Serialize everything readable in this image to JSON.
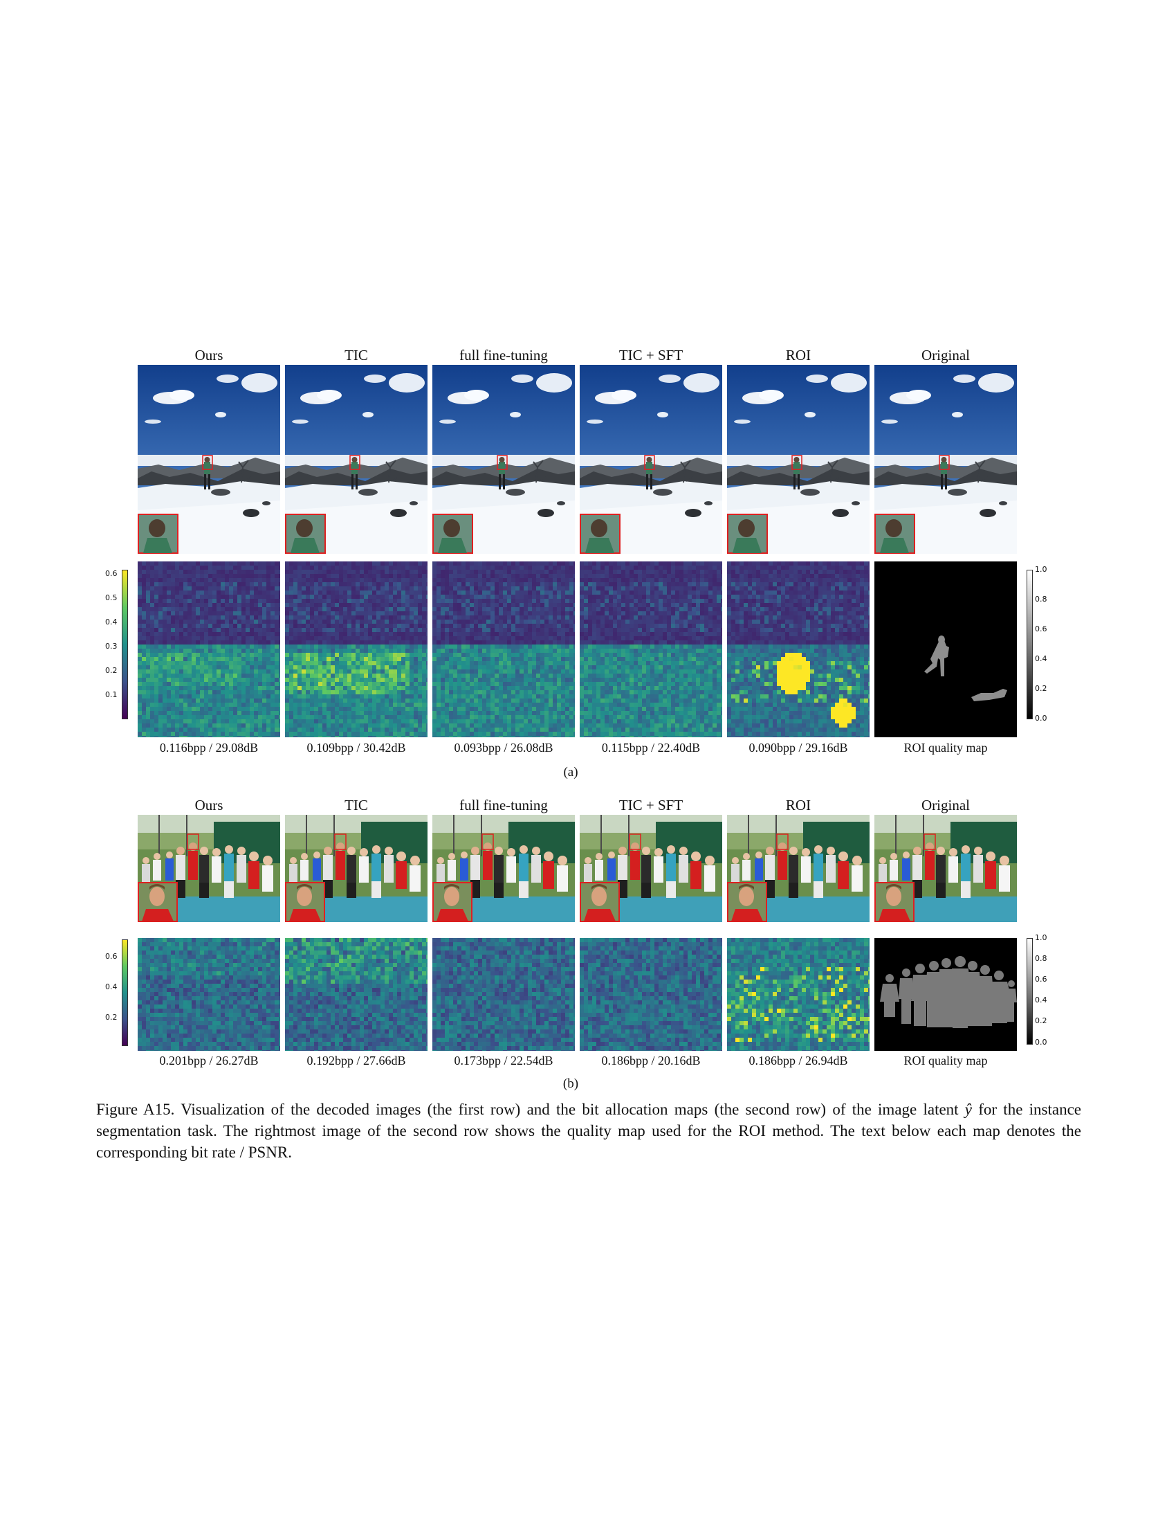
{
  "figure_a": {
    "columns": [
      "Ours",
      "TIC",
      "full fine-tuning",
      "TIC + SFT",
      "ROI",
      "Original"
    ],
    "labels": [
      "0.116bpp / 29.08dB",
      "0.109bpp / 30.42dB",
      "0.093bpp / 26.08dB",
      "0.115bpp / 22.40dB",
      "0.090bpp / 29.16dB",
      "ROI quality map"
    ],
    "sub_label": "(a)",
    "colorbar_left_ticks": [
      "0.6",
      "0.5",
      "0.4",
      "0.3",
      "0.2",
      "0.1"
    ],
    "colorbar_right_ticks": [
      "1.0",
      "0.8",
      "0.6",
      "0.4",
      "0.2",
      "0.0"
    ]
  },
  "figure_b": {
    "columns": [
      "Ours",
      "TIC",
      "full fine-tuning",
      "TIC + SFT",
      "ROI",
      "Original"
    ],
    "labels": [
      "0.201bpp / 26.27dB",
      "0.192bpp / 27.66dB",
      "0.173bpp / 22.54dB",
      "0.186bpp / 20.16dB",
      "0.186bpp / 26.94dB",
      "ROI quality map"
    ],
    "sub_label": "(b)",
    "colorbar_left_ticks": [
      "0.6",
      "0.4",
      "0.2"
    ],
    "colorbar_right_ticks": [
      "1.0",
      "0.8",
      "0.6",
      "0.4",
      "0.2",
      "0.0"
    ]
  },
  "caption": {
    "prefix": "Figure A15. Visualization of the decoded images (the first row) and the bit allocation maps (the second row) of the image latent ",
    "symbol": "ŷ",
    "suffix": " for the instance segmentation task. The rightmost image of the second row shows the quality map used for the ROI method. The text below each map denotes the corresponding bit rate / PSNR."
  },
  "colors": {
    "viridis_low": "#440154",
    "viridis_mid": "#21918c",
    "viridis_high": "#fde725",
    "inset_border": "#e02020",
    "sky": "#1f5fb0",
    "snow": "#eef3f8"
  }
}
